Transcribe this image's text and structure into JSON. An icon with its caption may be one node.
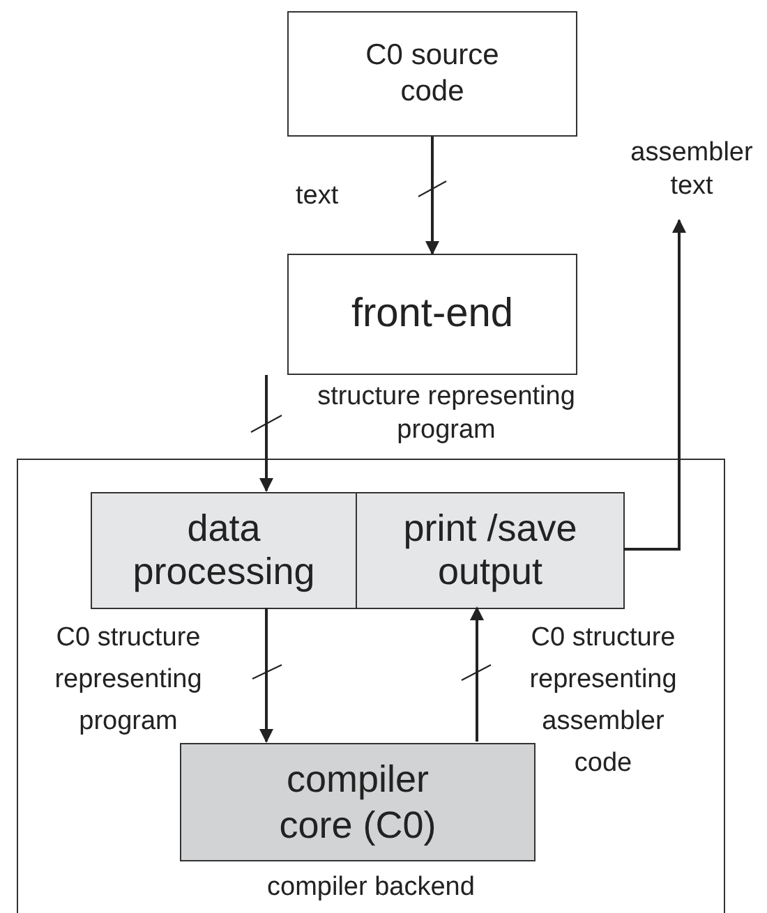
{
  "diagram": {
    "nodes": [
      {
        "text": [
          "C0 source code"
        ]
      },
      {
        "text": [
          "front-end"
        ]
      },
      {
        "text": [
          "compiler backend"
        ]
      },
      {
        "text": [
          "data processing"
        ],
        "in": 2
      },
      {
        "text": [
          "print /save output"
        ],
        "in": 2
      },
      {
        "text": [
          "compiler core (C0)"
        ],
        "in": 2
      },
      {
        "text": [
          "assembler text"
        ]
      }
    ],
    "edges": [
      {
        "from": 0,
        "to": 1,
        "arrow": "to",
        "label": "text"
      },
      {
        "from": 1,
        "to": 3,
        "arrow": "to",
        "label": "structure representing program"
      },
      {
        "from": 3,
        "to": 5,
        "arrow": "to",
        "label": "C0 structure representing program"
      },
      {
        "from": 5,
        "to": 4,
        "arrow": "to",
        "label": "C0 structure representing assembler code"
      },
      {
        "from": 4,
        "to": 6,
        "arrow": "to"
      }
    ]
  }
}
